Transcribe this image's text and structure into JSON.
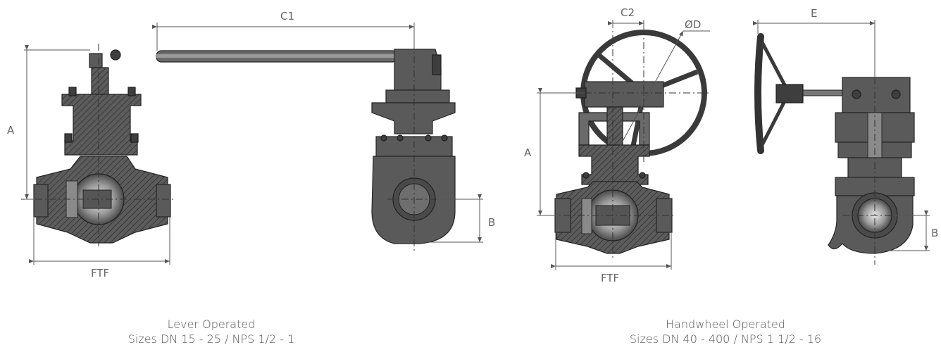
{
  "dimensions": {
    "lever": {
      "a": "A",
      "c1": "C1",
      "ftf": "FTF",
      "b": "B"
    },
    "handwheel": {
      "c2": "C2",
      "od": "ØD",
      "a": "A",
      "ftf": "FTF",
      "e": "E",
      "b": "B"
    }
  },
  "captions": {
    "lever": {
      "title": "Lever Operated",
      "sizes": "Sizes DN 15 - 25 / NPS 1/2 - 1"
    },
    "handwheel": {
      "title": "Handwheel Operated",
      "sizes": "Sizes DN 40 - 400 / NPS 1 1/2 - 16"
    }
  }
}
